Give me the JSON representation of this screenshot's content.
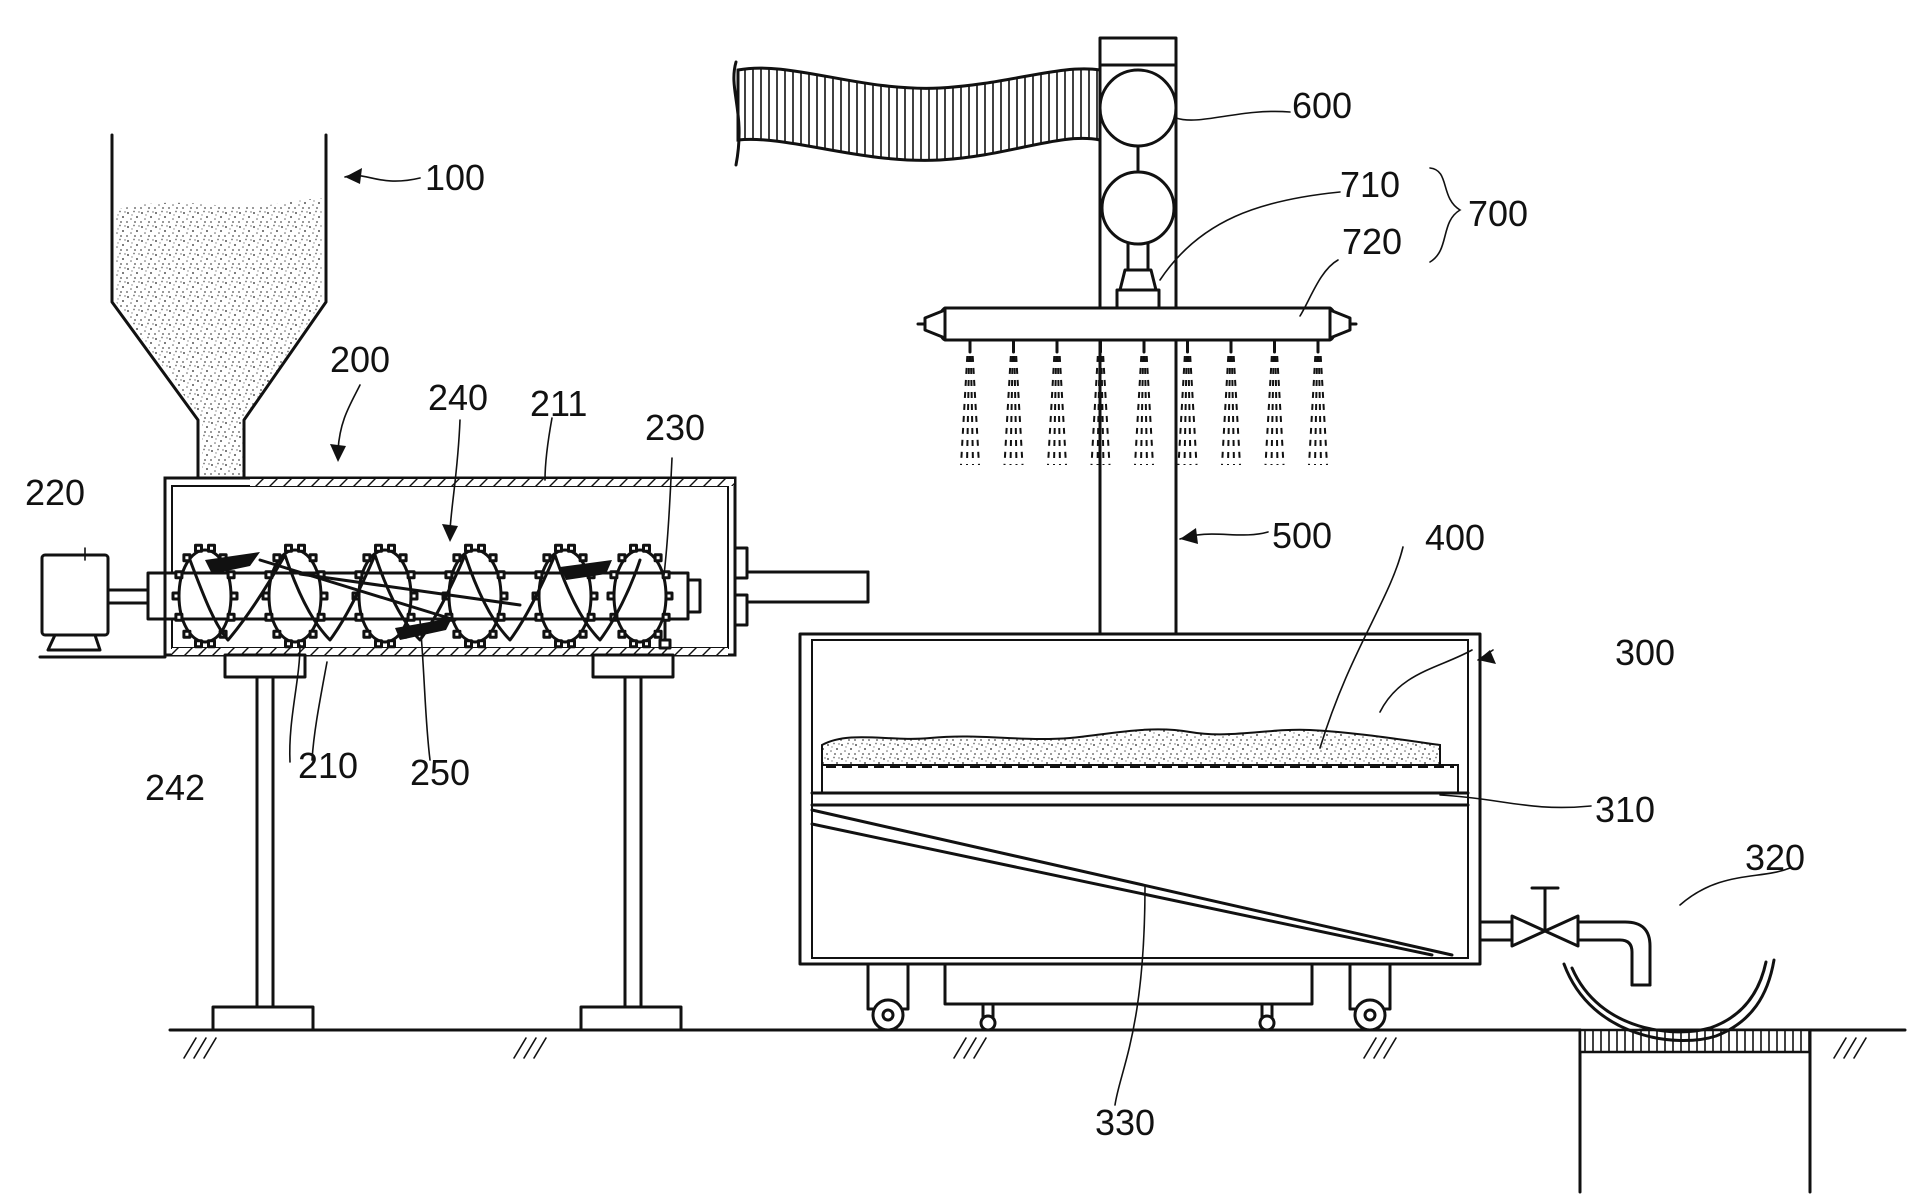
{
  "figure": {
    "labels": {
      "hopper": "100",
      "extruder": "200",
      "barrel_lower": "210",
      "barrel_upper": "211",
      "motor": "220",
      "shaft": "230",
      "screw": "240",
      "screw_element": "242",
      "band": "250",
      "vessel": "300",
      "mesh_plate": "310",
      "drain_valve": "320",
      "inclined_floor": "330",
      "granules": "400",
      "column": "500",
      "roller": "600",
      "nozzle_unit_group": "700",
      "nozzle_coupling": "710",
      "spray_header": "720"
    }
  }
}
